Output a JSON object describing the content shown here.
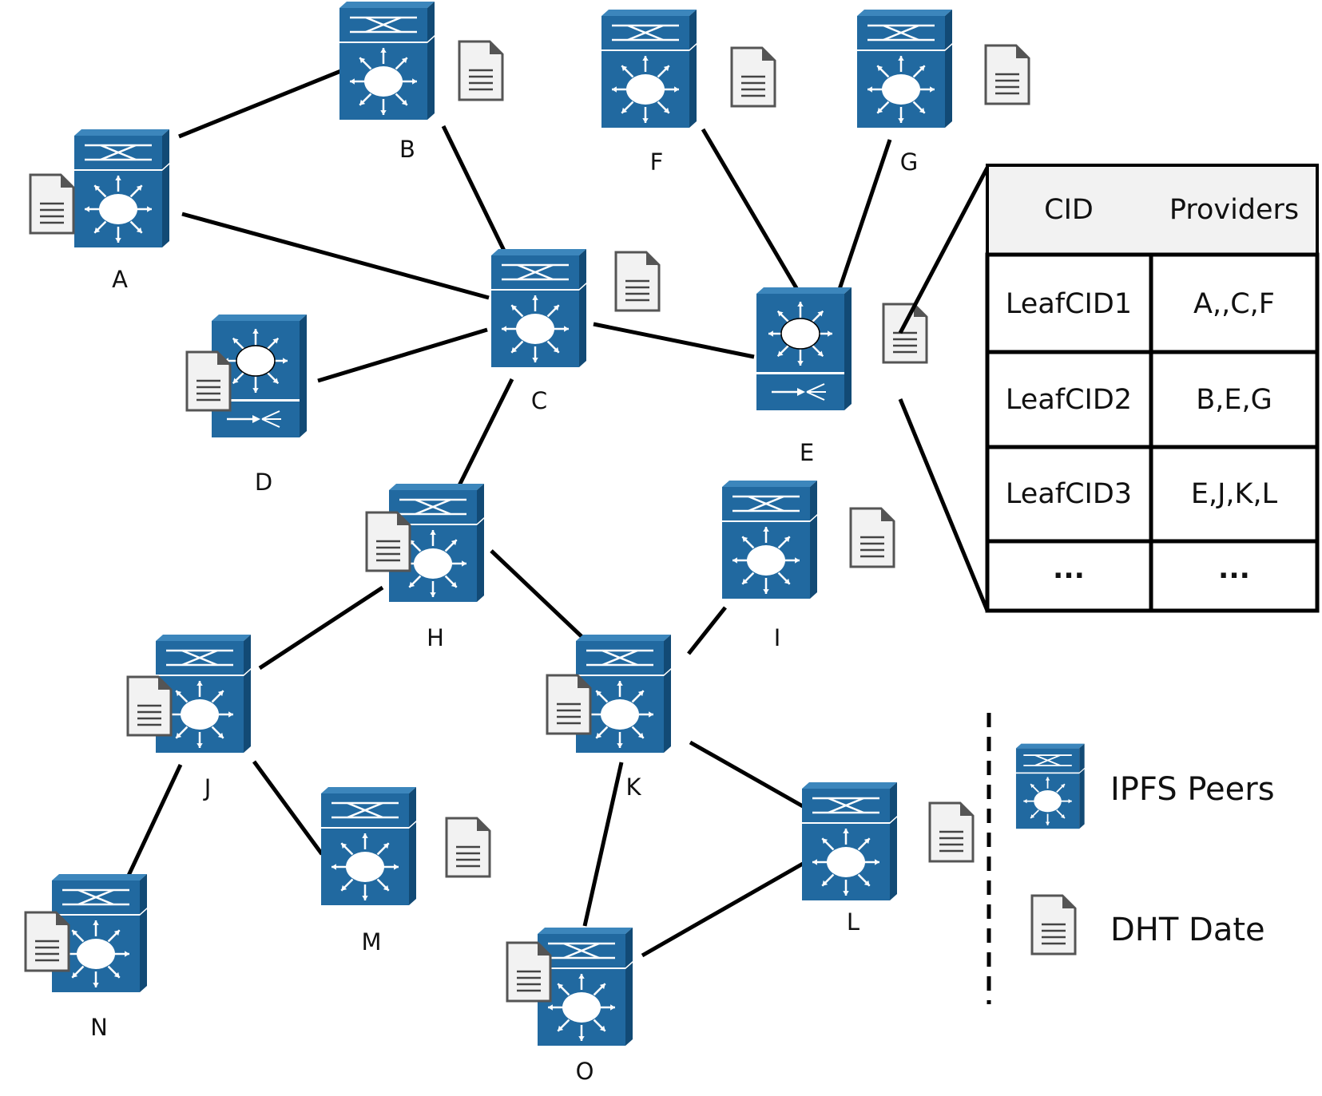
{
  "nodes": [
    {
      "id": "A",
      "label": "A",
      "icon": "multilayer-switch-icon"
    },
    {
      "id": "B",
      "label": "B",
      "icon": "multilayer-switch-icon"
    },
    {
      "id": "C",
      "label": "C",
      "icon": "multilayer-switch-icon"
    },
    {
      "id": "D",
      "label": "D",
      "icon": "router-switch-icon"
    },
    {
      "id": "E",
      "label": "E",
      "icon": "router-switch-icon"
    },
    {
      "id": "F",
      "label": "F",
      "icon": "multilayer-switch-icon"
    },
    {
      "id": "G",
      "label": "G",
      "icon": "multilayer-switch-icon"
    },
    {
      "id": "H",
      "label": "H",
      "icon": "multilayer-switch-icon"
    },
    {
      "id": "I",
      "label": "I",
      "icon": "multilayer-switch-icon"
    },
    {
      "id": "J",
      "label": "J",
      "icon": "multilayer-switch-icon"
    },
    {
      "id": "K",
      "label": "K",
      "icon": "multilayer-switch-icon"
    },
    {
      "id": "L",
      "label": "L",
      "icon": "multilayer-switch-icon"
    },
    {
      "id": "M",
      "label": "M",
      "icon": "multilayer-switch-icon"
    },
    {
      "id": "N",
      "label": "N",
      "icon": "multilayer-switch-icon"
    },
    {
      "id": "O",
      "label": "O",
      "icon": "multilayer-switch-icon"
    }
  ],
  "edges": [
    [
      "A",
      "B"
    ],
    [
      "A",
      "C"
    ],
    [
      "B",
      "C"
    ],
    [
      "C",
      "D"
    ],
    [
      "C",
      "E"
    ],
    [
      "C",
      "H"
    ],
    [
      "F",
      "E"
    ],
    [
      "G",
      "E"
    ],
    [
      "H",
      "J"
    ],
    [
      "H",
      "K"
    ],
    [
      "I",
      "K"
    ],
    [
      "J",
      "N"
    ],
    [
      "J",
      "M"
    ],
    [
      "K",
      "L"
    ],
    [
      "K",
      "O"
    ],
    [
      "L",
      "O"
    ]
  ],
  "table": {
    "headers": [
      "CID",
      "Providers"
    ],
    "rows": [
      [
        "LeafCID1",
        "A,,C,F"
      ],
      [
        "LeafCID2",
        "B,E,G"
      ],
      [
        "LeafCID3",
        "E,J,K,L"
      ],
      [
        "...",
        "..."
      ]
    ]
  },
  "legend": {
    "peers_label": "IPFS Peers",
    "dht_label": "DHT Date"
  },
  "colors": {
    "device_front": "#2169a0",
    "device_side": "#124a75",
    "device_top": "#3c86bc",
    "doc_fill": "#f2f2f2",
    "doc_stroke": "#555555",
    "table_header_fill": "#f2f2f2"
  }
}
